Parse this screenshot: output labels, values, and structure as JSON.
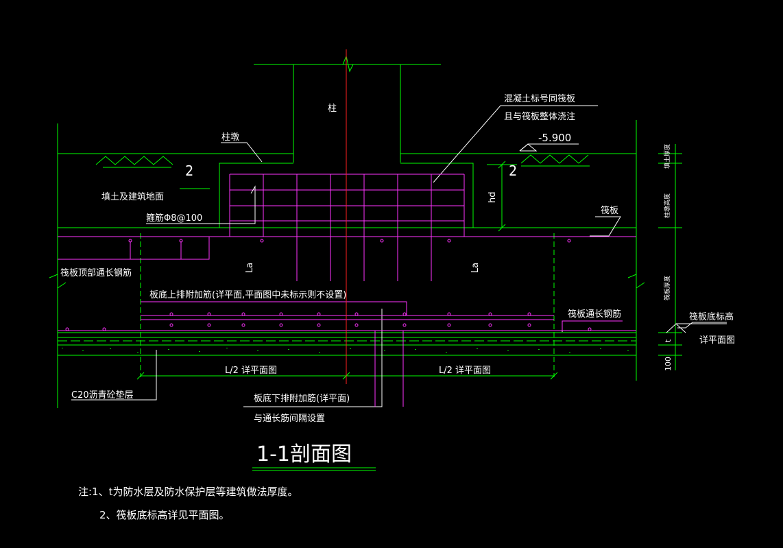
{
  "labels": {
    "column": "柱",
    "column_pier": "柱墩",
    "concrete_note_1": "混凝土标号同筏板",
    "concrete_note_2": "且与筏板整体浇注",
    "elevation": "-5.900",
    "mark_left": "2",
    "mark_right": "2",
    "fill_ground": "填土及建筑地面",
    "stirrup": "箍筋Φ8@100",
    "raft": "筏板",
    "raft_top_rebar": "筏板顶部通长钢筋",
    "la_left": "La",
    "la_right": "La",
    "hd": "hd",
    "upper_extra_rebar": "板底上排附加筋(详平面,平面图中未标示则不设置)",
    "raft_long_rebar": "筏板通长钢筋",
    "raft_bottom_elev": "筏板底标高",
    "see_plan": "详平面图",
    "half_span_left": "L/2  详平面图",
    "half_span_right": "L/2  详平面图",
    "bedding": "C20沥青砼垫层",
    "lower_extra_1": "板底下排附加筋(详平面)",
    "lower_extra_2": "与通长筋间隔设置",
    "dim_100": "100",
    "dim_t": "t",
    "side_dim_1": "填土厚度",
    "side_dim_2": "柱墩高度",
    "side_dim_3": "筏板厚度",
    "section_title": "1-1剖面图"
  },
  "notes": [
    "注:1、t为防水层及防水保护层等建筑做法厚度。",
    "2、筏板底标高详见平面图。"
  ],
  "colors": {
    "background": "#000000",
    "outline": "#00ff00",
    "rebar": "#ff33ff",
    "axis": "#ff2020",
    "text": "#ffffff"
  }
}
